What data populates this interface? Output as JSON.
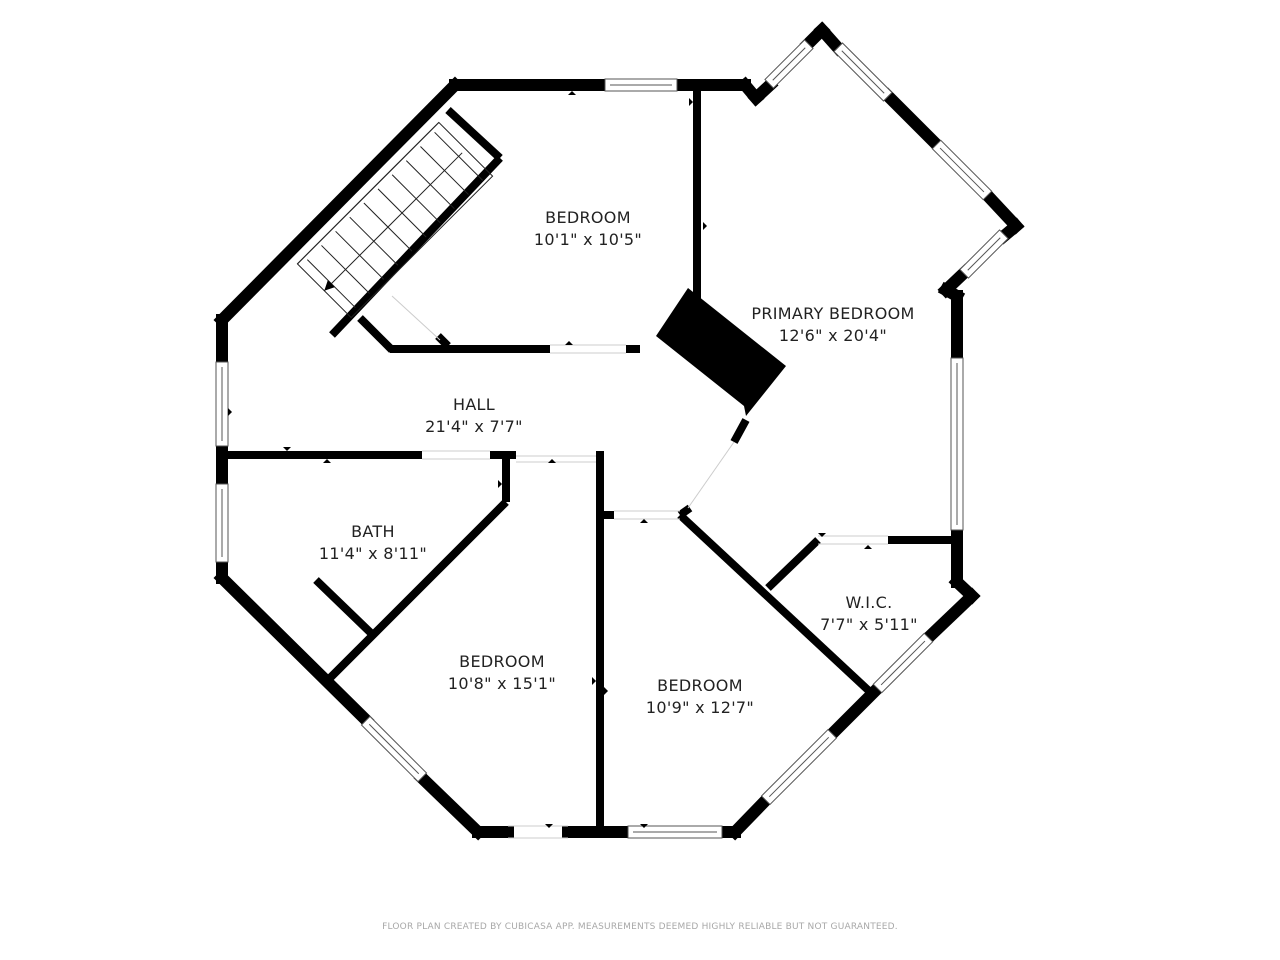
{
  "floor_plan": {
    "rooms": [
      {
        "id": "bedroom-1",
        "name": "BEDROOM",
        "dims": "10'1\" x 10'5\""
      },
      {
        "id": "primary-bedroom",
        "name": "PRIMARY BEDROOM",
        "dims": "12'6\" x 20'4\""
      },
      {
        "id": "hall",
        "name": "HALL",
        "dims": "21'4\" x 7'7\""
      },
      {
        "id": "bath",
        "name": "BATH",
        "dims": "11'4\" x 8'11\""
      },
      {
        "id": "bedroom-2",
        "name": "BEDROOM",
        "dims": "10'8\" x 15'1\""
      },
      {
        "id": "bedroom-3",
        "name": "BEDROOM",
        "dims": "10'9\" x 12'7\""
      },
      {
        "id": "wic",
        "name": "W.I.C.",
        "dims": "7'7\" x 5'11\""
      }
    ],
    "colors": {
      "wall": "#000000",
      "text": "#222222",
      "footer": "#a8a8a8",
      "background": "#ffffff"
    }
  },
  "footer": {
    "disclaimer": "FLOOR PLAN CREATED BY CUBICASA APP. MEASUREMENTS DEEMED HIGHLY RELIABLE BUT NOT GUARANTEED."
  }
}
